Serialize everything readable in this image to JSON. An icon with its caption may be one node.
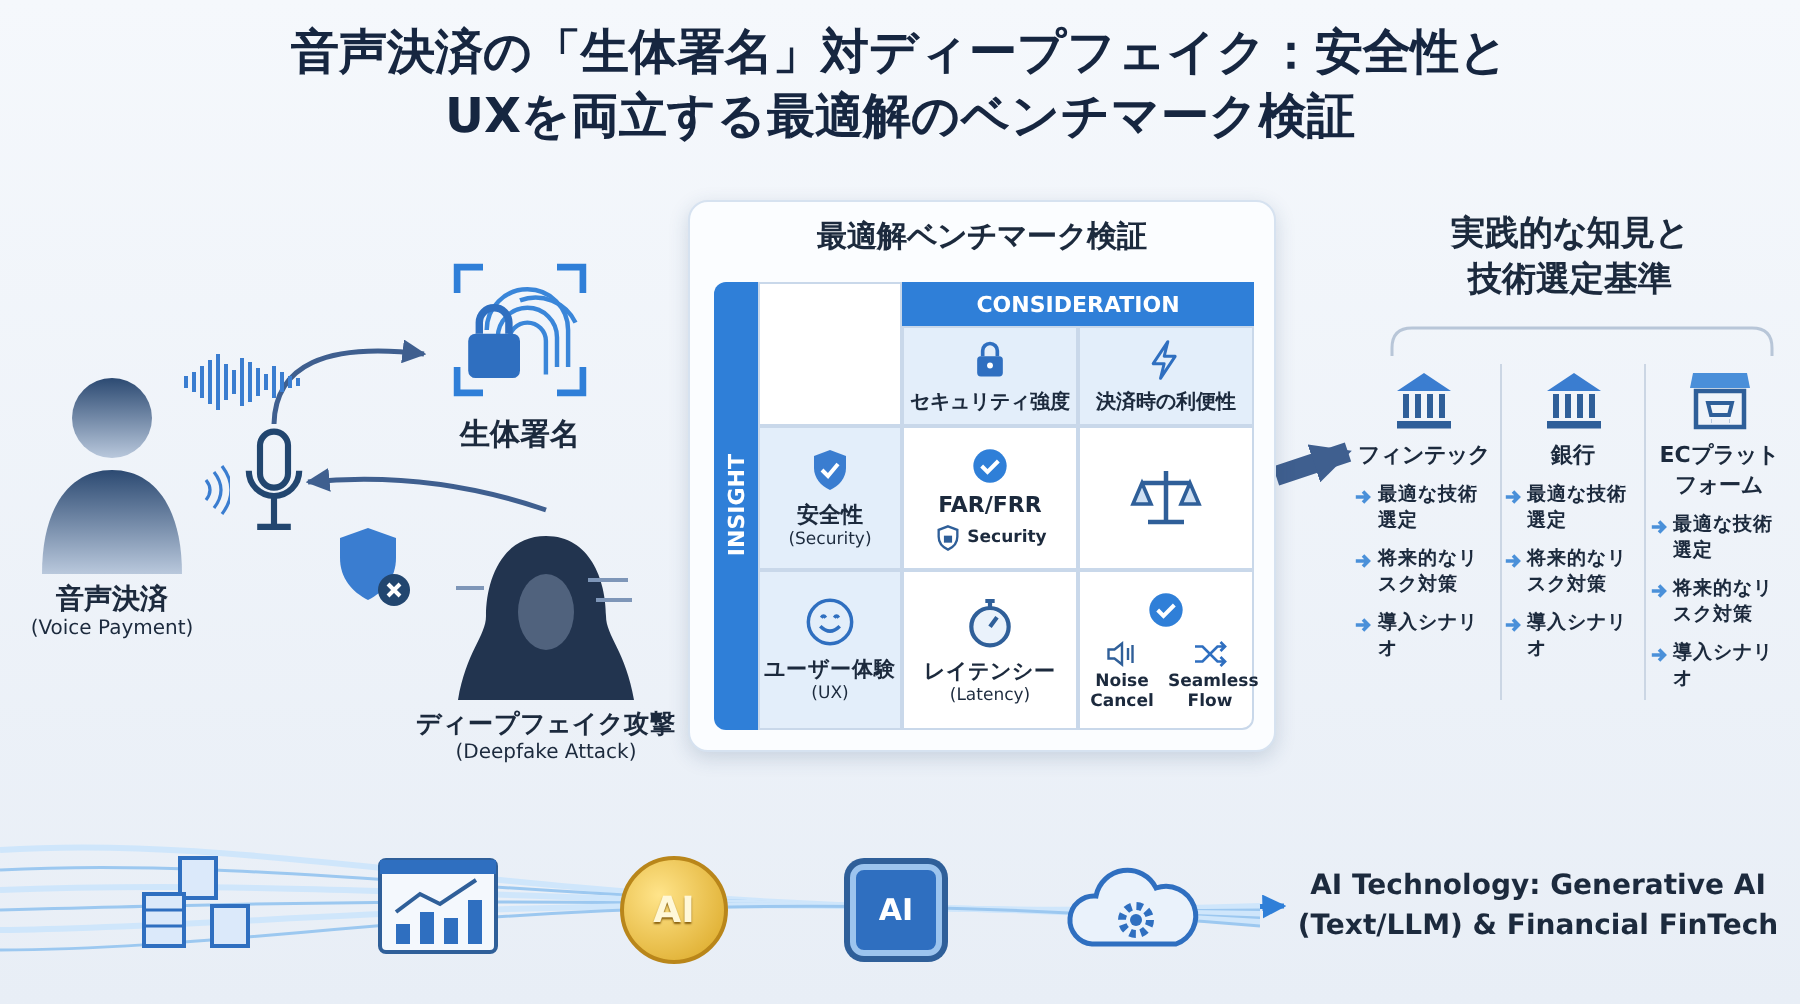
{
  "diagram": {
    "title": "音声決済の「生体署名」対ディープフェイク：安全性とUXを両立する最適解のベンチマーク検証",
    "nodes": [
      {
        "text": [
          "音声決済",
          "(Voice Payment)"
        ]
      },
      {
        "text": [],
        "shape": "picture"
      },
      {
        "text": [
          "生体署名"
        ]
      },
      {
        "text": [
          "ディープフェイク攻撃",
          "(Deepfake Attack)"
        ]
      },
      {
        "text": [
          "最適解ベンチマーク検証"
        ]
      },
      {
        "text": [],
        "shape": "box",
        "in": 4
      },
      {
        "text": [
          "CONSIDERATION"
        ],
        "in": 4
      },
      {
        "text": [
          "セキュリティ強度"
        ],
        "in": 4
      },
      {
        "text": [
          "決済時の利便性"
        ],
        "in": 4
      },
      {
        "text": [
          "INSIGHT"
        ],
        "in": 4
      },
      {
        "text": [
          "安全性",
          "(Security)"
        ],
        "in": 4
      },
      {
        "text": [
          "FAR/FRR",
          "Security"
        ],
        "in": 4
      },
      {
        "text": [],
        "shape": "box",
        "in": 4
      },
      {
        "text": [
          "ユーザー体験",
          "(UX)"
        ],
        "in": 4
      },
      {
        "text": [
          "レイテンシー",
          "(Latency)"
        ],
        "in": 4
      },
      {
        "text": [
          "Noise Cancel",
          "Seamless Flow"
        ],
        "in": 4
      },
      {
        "text": [
          "実践的な知見と技術選定基準"
        ]
      },
      {
        "text": [
          "フィンテック",
          "最適な技術選定",
          "将来的なリスク対策",
          "導入シナリオ"
        ],
        "in": 16
      },
      {
        "text": [
          "銀行",
          "最適な技術選定",
          "将来的なリスク対策",
          "導入シナリオ"
        ],
        "in": 16
      },
      {
        "text": [
          "ECプラットフォーム",
          "最適な技術選定",
          "将来的なリスク対策",
          "導入シナリオ"
        ],
        "in": 16
      },
      {
        "text": [
          "AI"
        ]
      },
      {
        "text": [
          "AI"
        ]
      },
      {
        "text": [],
        "shape": "cloud"
      },
      {
        "text": [
          "AI Technology: Generative AI (Text/LLM) & Financial FinTech"
        ]
      }
    ],
    "edges": [
      {
        "from": 1,
        "to": 2,
        "arrow": "to"
      },
      {
        "from": 3,
        "to": 1,
        "arrow": "to"
      },
      {
        "from": 4,
        "to": 16,
        "arrow": "to",
        "style": "thick"
      },
      {
        "from": 22,
        "to": 23,
        "arrow": "to",
        "color": "#2f7fd8"
      }
    ]
  }
}
